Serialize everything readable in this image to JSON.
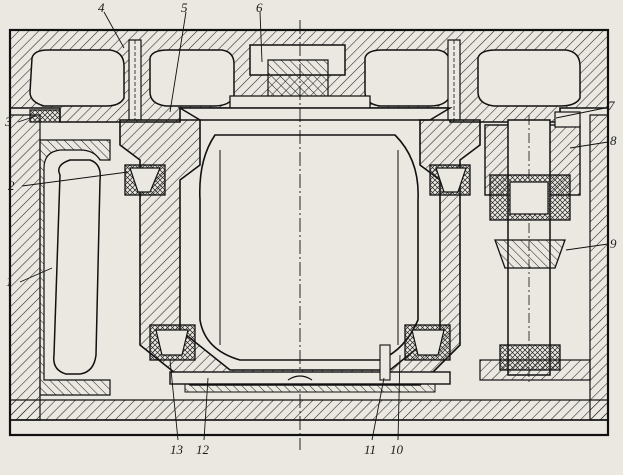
{
  "drawing": {
    "callouts": [
      {
        "id": "1",
        "label": "1"
      },
      {
        "id": "2",
        "label": "2"
      },
      {
        "id": "3",
        "label": "3"
      },
      {
        "id": "4",
        "label": "4"
      },
      {
        "id": "5",
        "label": "5"
      },
      {
        "id": "6",
        "label": "6"
      },
      {
        "id": "7",
        "label": "7"
      },
      {
        "id": "8",
        "label": "8"
      },
      {
        "id": "9",
        "label": "9"
      },
      {
        "id": "10",
        "label": "10"
      },
      {
        "id": "11",
        "label": "11"
      },
      {
        "id": "12",
        "label": "12"
      },
      {
        "id": "13",
        "label": "13"
      }
    ],
    "colors": {
      "paper": "#ebe8e1",
      "ink": "#1a1a1a"
    }
  }
}
